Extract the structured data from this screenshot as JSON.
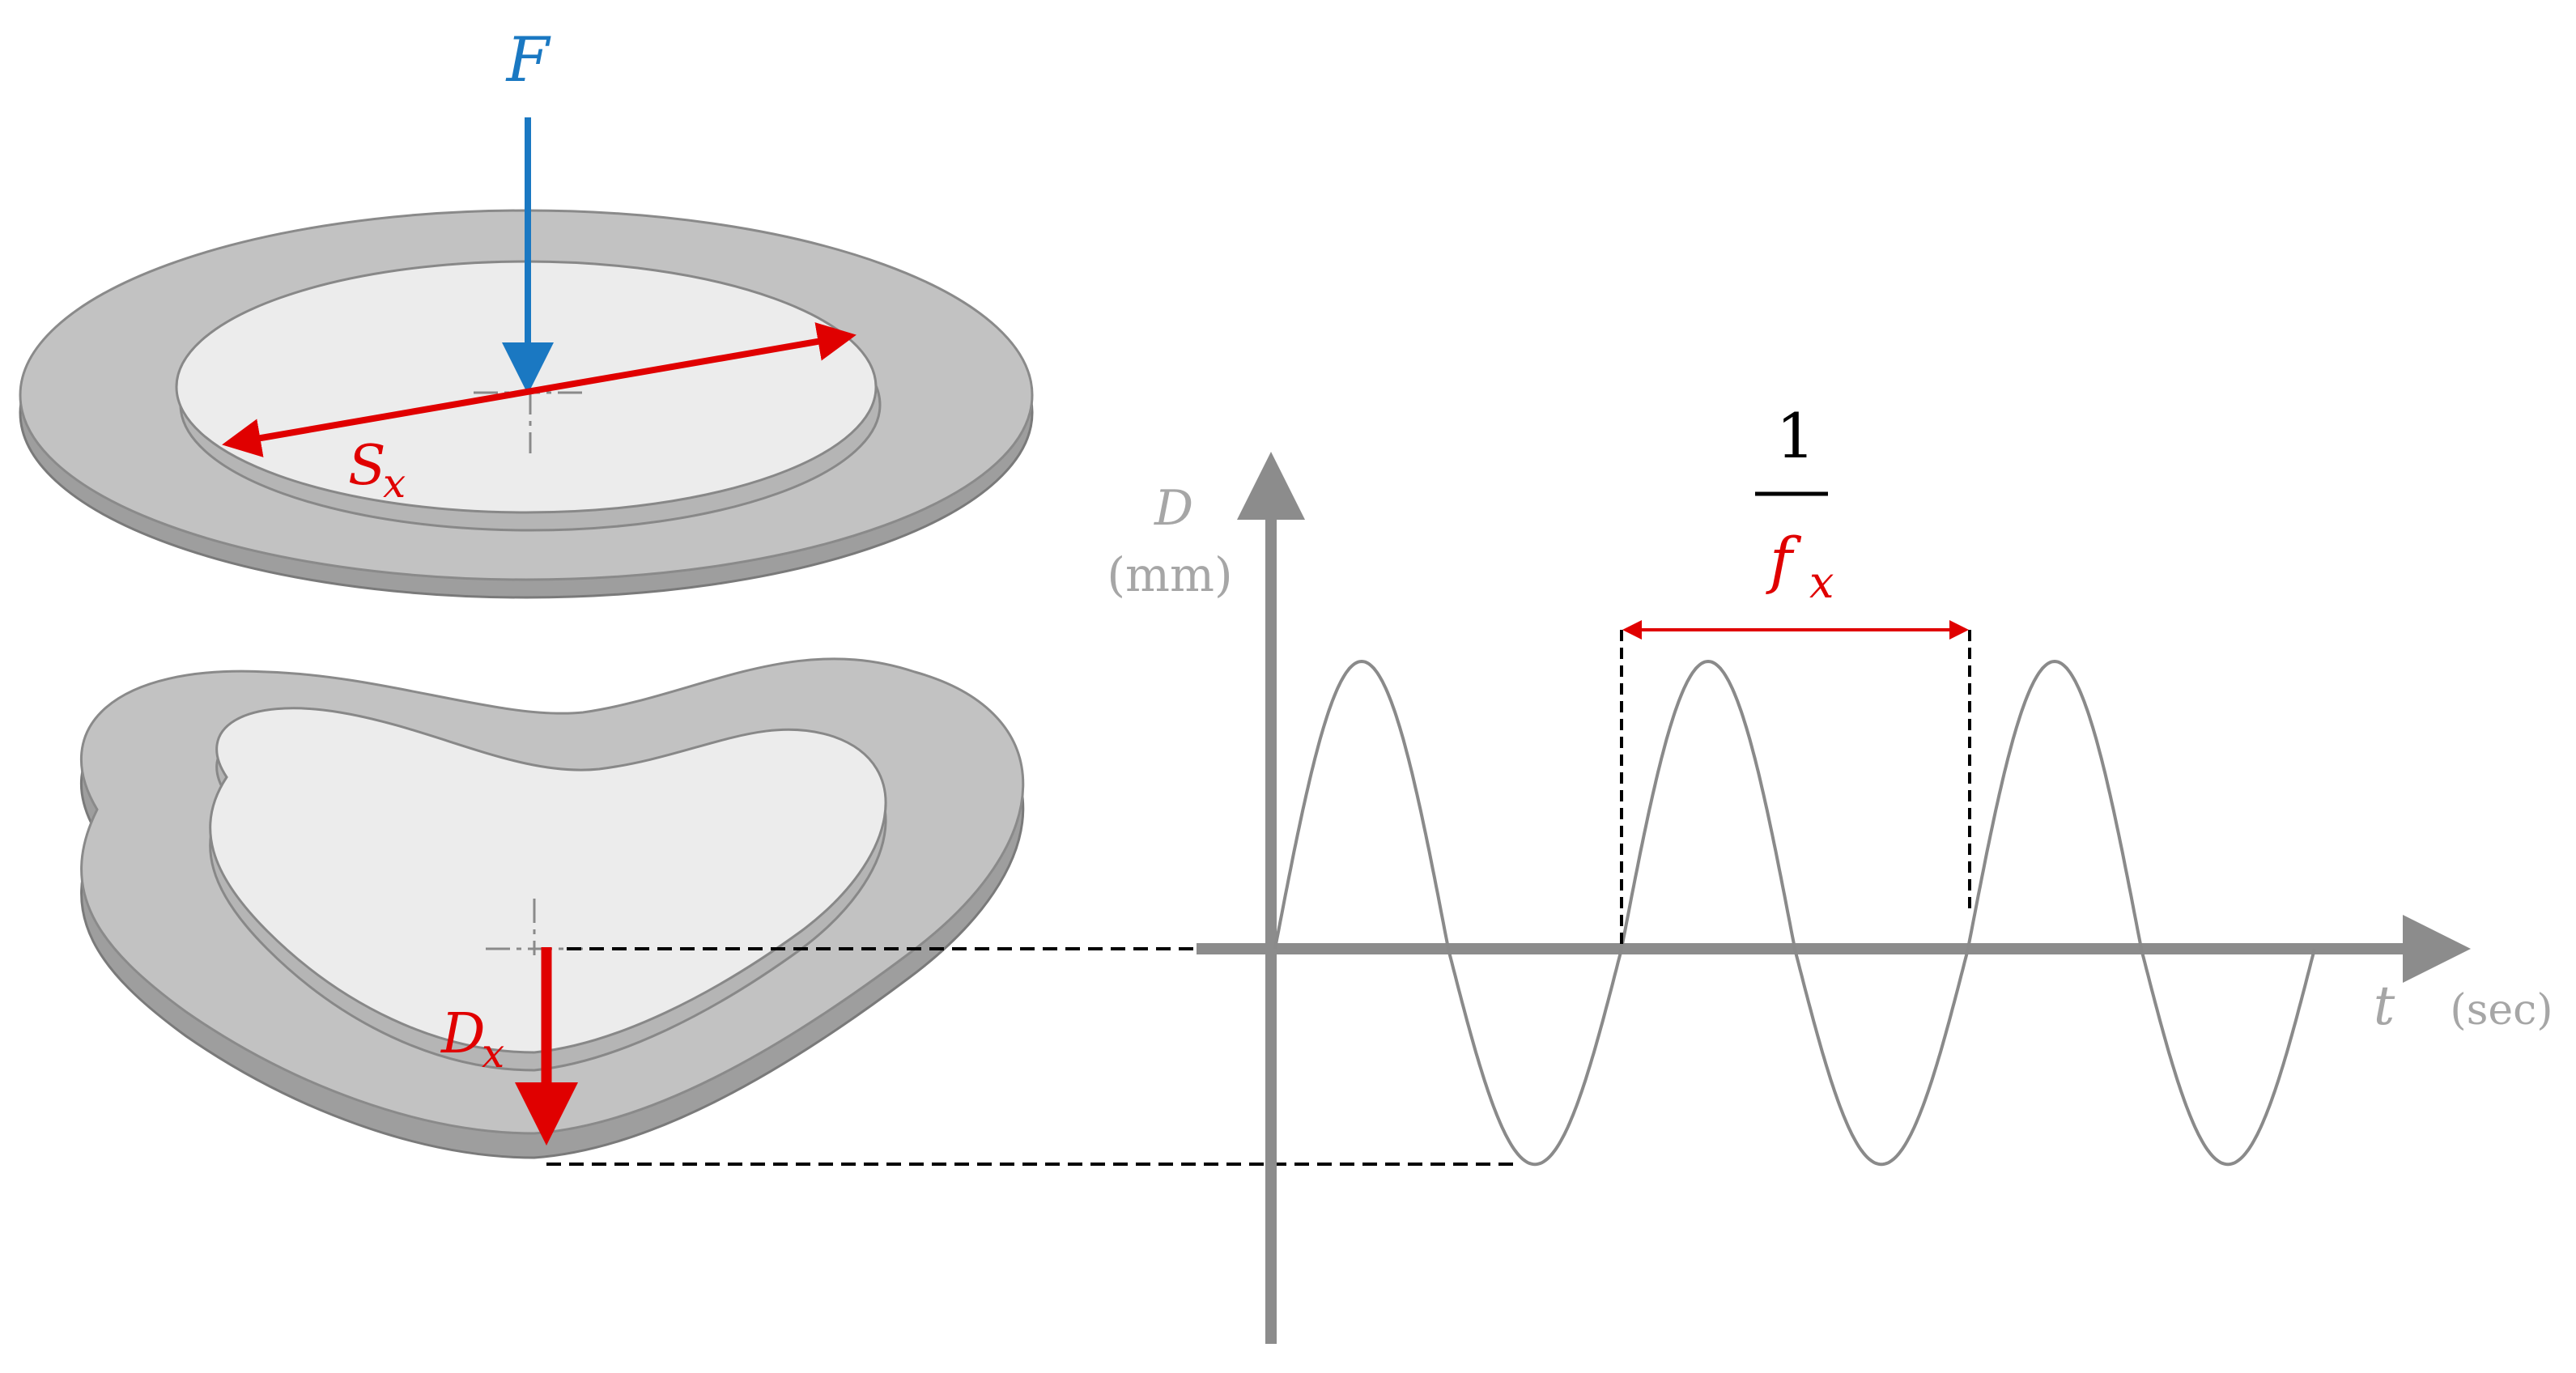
{
  "labels": {
    "force": "F",
    "span_base": "S",
    "span_sub": "x",
    "displacement_base": "D",
    "displacement_sub": "x",
    "y_axis_symbol": "D",
    "y_axis_unit": "(mm)",
    "x_axis_symbol": "t",
    "x_axis_unit": "(sec)",
    "period_numerator": "1",
    "period_denominator_base": "f",
    "period_denominator_sub": "x"
  },
  "colors": {
    "force_arrow": "#1a78c2",
    "dimension_red": "#e00000",
    "axis_gray": "#8c8c8c",
    "wave_gray": "#8a8a8a",
    "ring_outer": "#bdbdbd",
    "ring_edge": "#8f8f8f",
    "disc_inner": "#ececec",
    "label_gray": "#a6a6a6"
  },
  "waveform": {
    "shape": "sine",
    "cycles_shown": 3,
    "starts_at": "origin"
  }
}
